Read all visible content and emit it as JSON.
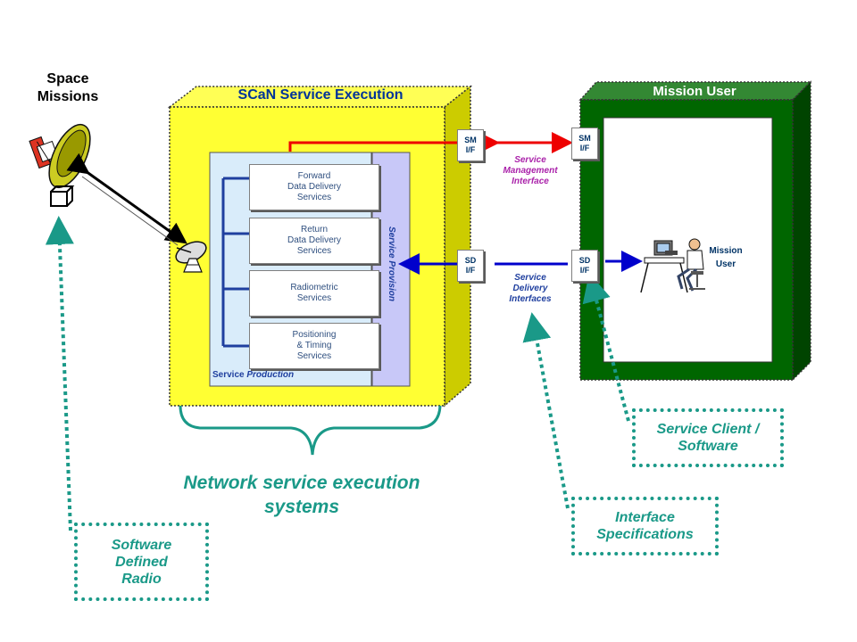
{
  "space_missions": {
    "label": "Space\nMissions"
  },
  "scan": {
    "title": "SCaN Service Execution",
    "service_provision": "Service Provision",
    "service_production": {
      "prefix": "Service ",
      "emphasis": "Production"
    },
    "services": [
      {
        "label": "Forward\nData Delivery\nServices"
      },
      {
        "label": "Return\nData Delivery\nServices"
      },
      {
        "label": "Radiometric\nServices"
      },
      {
        "label": "Positioning\n& Timing\nServices"
      }
    ]
  },
  "interfaces": {
    "sm_left": "SM\nI/F",
    "sd_left": "SD\nI/F",
    "sm_right": "SM\nI/F",
    "sd_right": "SD\nI/F",
    "management_label": "Service\nManagement\nInterface",
    "delivery_label": "Service\nDelivery\nInterfaces"
  },
  "mission_user": {
    "title": "Mission User",
    "label": "Mission\nUser"
  },
  "callouts": {
    "network_execution": "Network service execution\nsystems",
    "sdr": "Software\nDefined\nRadio",
    "interface_specs": "Interface\nSpecifications",
    "client_software": "Service Client /\nSoftware"
  },
  "colors": {
    "scan_yellow": "#ffff33",
    "scan_side": "#cccc00",
    "mission_green": "#006600",
    "provision_lavender": "#c8c8f8",
    "production_blue": "#d9ecfa",
    "teal": "#1a9988",
    "red_link": "#ee0000",
    "blue_link": "#0000cc"
  }
}
